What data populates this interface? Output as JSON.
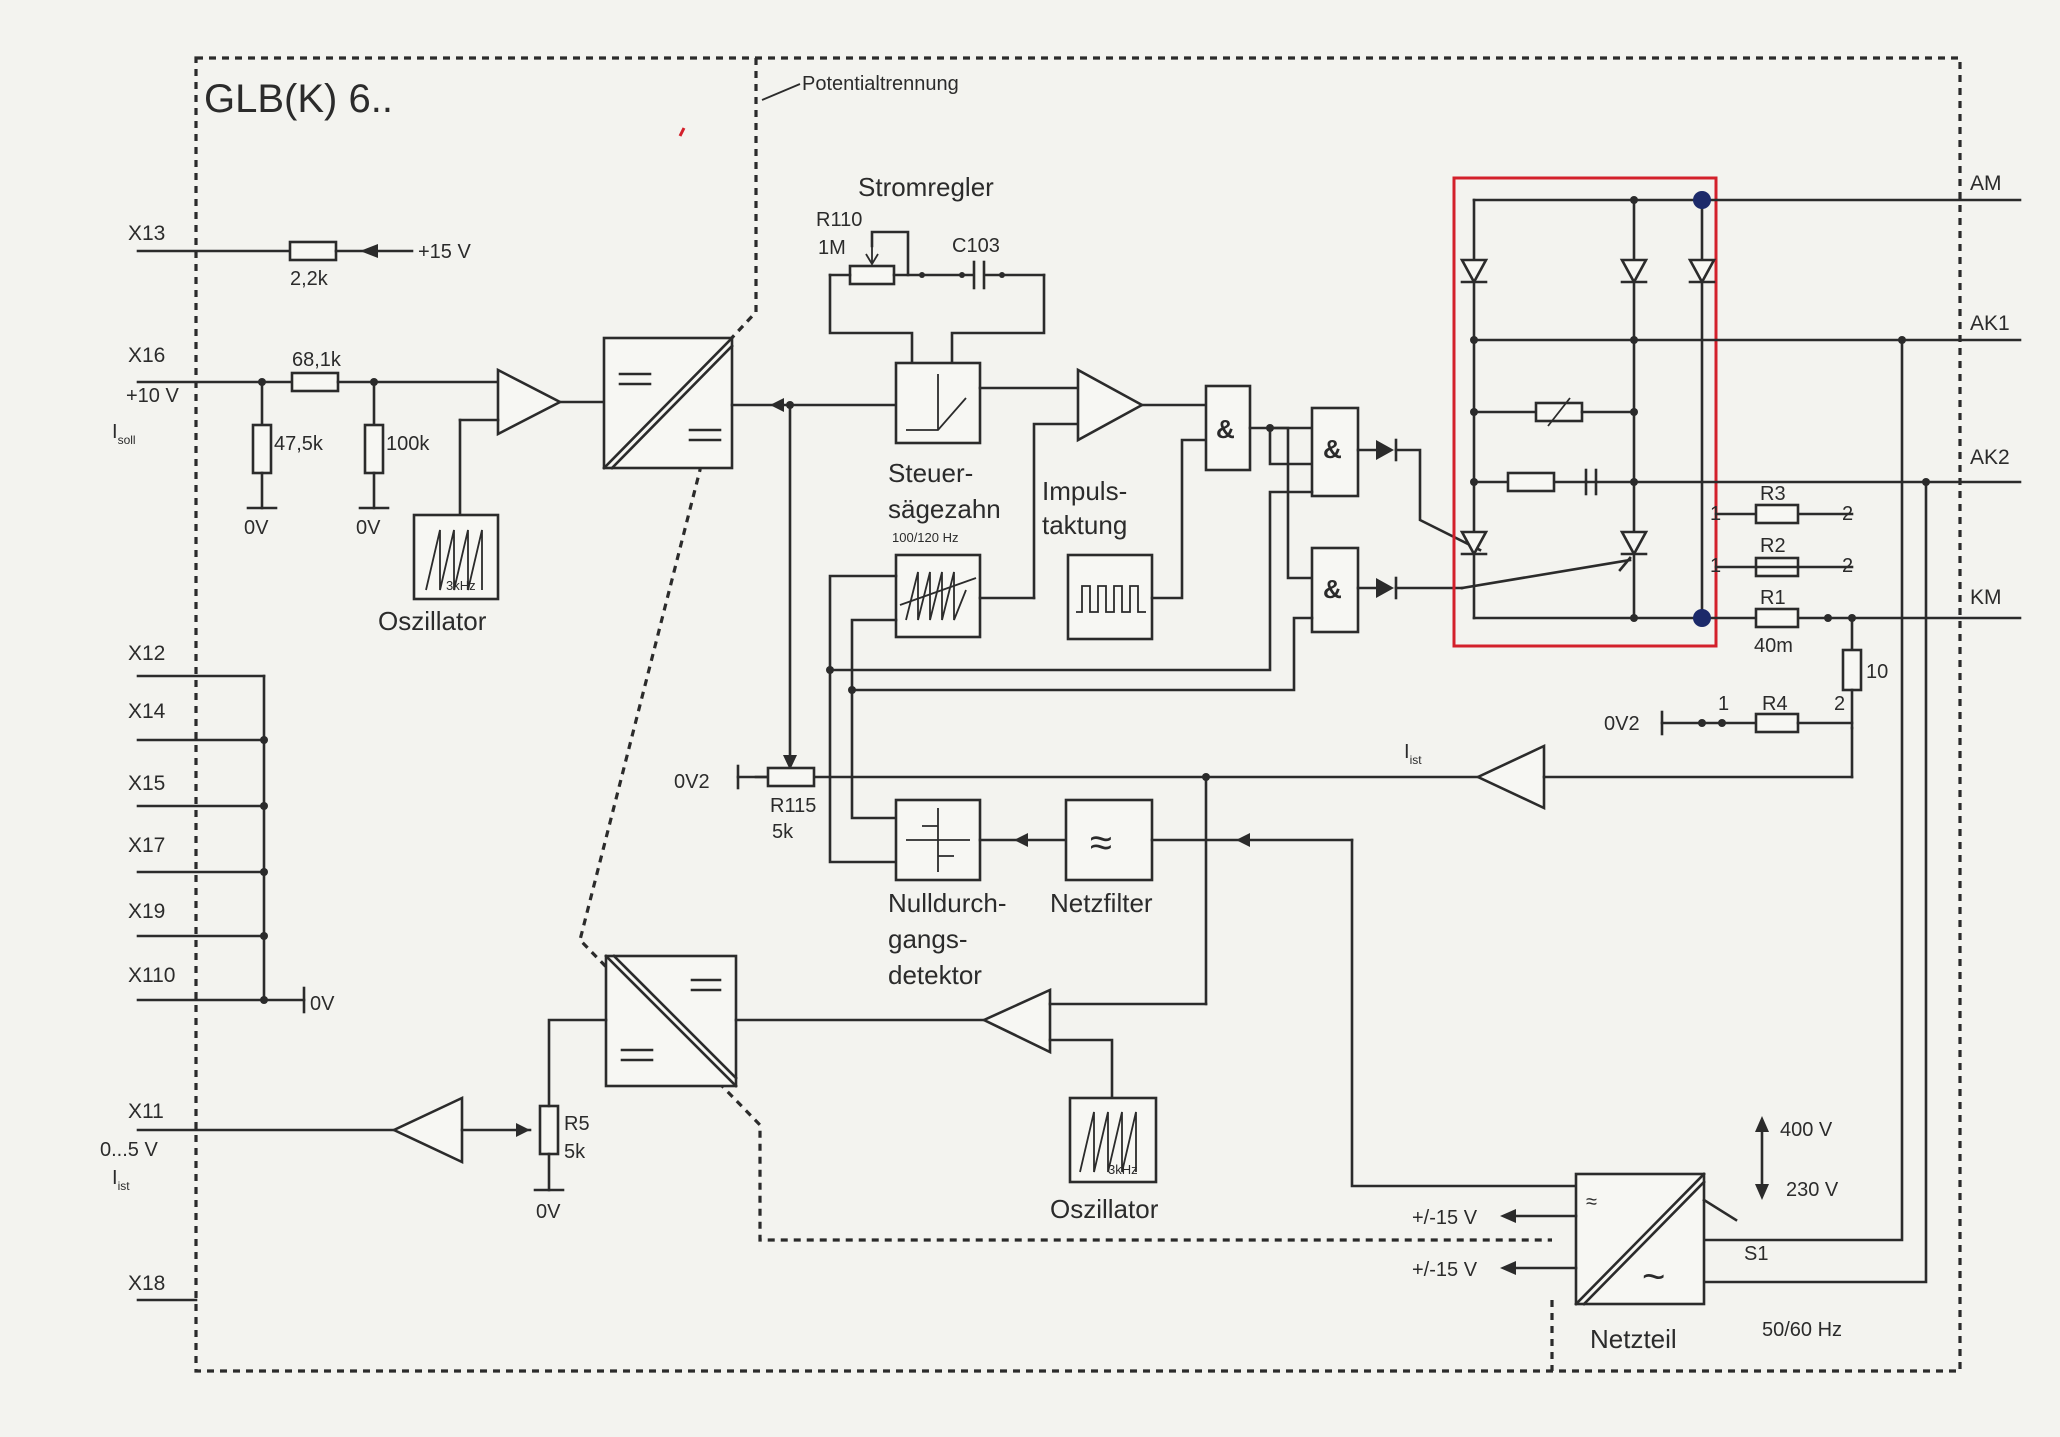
{
  "title": "GLB(K) 6..",
  "labels": {
    "potentialtrennung": "Potentialtrennung",
    "stromregler": "Stromregler",
    "r110": "R110",
    "r110_val": "1M",
    "c103": "C103",
    "steuer": "Steuer-",
    "saegezahn": "sägezahn",
    "saegezahn_freq": "100/120 Hz",
    "impuls": "Impuls-",
    "taktung": "taktung",
    "oszillator_top": "Oszillator",
    "oszillator_bottom": "Oszillator",
    "osc_freq_top": "3kHz",
    "osc_freq_bottom": "3kHz",
    "nulldurch": "Nulldurch-",
    "gangs": "gangs-",
    "detektor": "detektor",
    "netzfilter": "Netzfilter",
    "netzteil": "Netzteil",
    "freq": "50/60 Hz",
    "v400": "400 V",
    "v230": "230 V",
    "s1": "S1",
    "pm15_1": "+/-15 V",
    "pm15_2": "+/-15 V",
    "ist_main": "I",
    "ist_sub": "ist",
    "and_sym": "&"
  },
  "terminals": {
    "x13": "X13",
    "x16": "X16",
    "x12": "X12",
    "x14": "X14",
    "x15": "X15",
    "x17": "X17",
    "x19": "X19",
    "x110": "X110",
    "x11": "X11",
    "x18": "X18",
    "am": "AM",
    "ak1": "AK1",
    "ak2": "AK2",
    "km": "KM"
  },
  "inputs": {
    "plus15": "+15 V",
    "plus10": "+10 V",
    "isoll_main": "I",
    "isoll_sub": "soll",
    "range": "0...5 V",
    "iist_main": "I",
    "iist_sub": "ist"
  },
  "components": {
    "r_22k": "2,2k",
    "r_68k": "68,1k",
    "r_475k": "47,5k",
    "r_100k": "100k",
    "r115": "R115",
    "r115_val": "5k",
    "r5": "R5",
    "r5_val": "5k",
    "r1": "R1",
    "r1_val": "40m",
    "r2": "R2",
    "r3": "R3",
    "r4": "R4",
    "r10": "10",
    "pin1": "1",
    "pin2": "2"
  },
  "grounds": {
    "ov_a": "0V",
    "ov_b": "0V",
    "ov_c": "0V",
    "ov_d": "0V",
    "ov2_a": "0V2",
    "ov2_b": "0V2"
  },
  "colors": {
    "line": "#2b2b2b",
    "highlight": "#d3202b",
    "node_accent": "#1c2a6a",
    "background": "#f3f3ef"
  }
}
